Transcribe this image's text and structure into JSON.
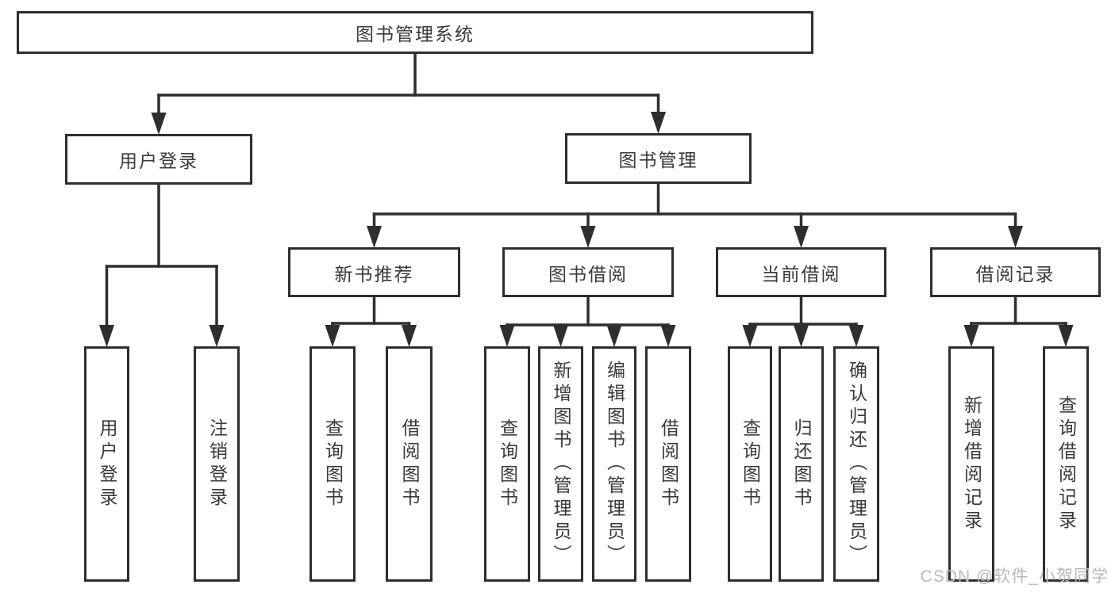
{
  "diagram": {
    "title": "图书管理系统",
    "line_color": "#2e2e2e",
    "border_color": "#2e2e2e",
    "text_color": "#3a3a3a",
    "background_color": "#ffffff",
    "nodes": [
      {
        "id": "root",
        "label": "图书管理系统",
        "parent": null,
        "orientation": "horizontal"
      },
      {
        "id": "login",
        "label": "用户登录",
        "parent": "root",
        "orientation": "horizontal"
      },
      {
        "id": "mgmt",
        "label": "图书管理",
        "parent": "root",
        "orientation": "horizontal"
      },
      {
        "id": "recommend",
        "label": "新书推荐",
        "parent": "mgmt",
        "orientation": "horizontal"
      },
      {
        "id": "borrow",
        "label": "图书借阅",
        "parent": "mgmt",
        "orientation": "horizontal"
      },
      {
        "id": "current",
        "label": "当前借阅",
        "parent": "mgmt",
        "orientation": "horizontal"
      },
      {
        "id": "records",
        "label": "借阅记录",
        "parent": "mgmt",
        "orientation": "horizontal"
      },
      {
        "id": "user-login",
        "label": "用户登录",
        "parent": "login",
        "orientation": "vertical"
      },
      {
        "id": "logout",
        "label": "注销登录",
        "parent": "login",
        "orientation": "vertical"
      },
      {
        "id": "query-book-rec",
        "label": "查询图书",
        "parent": "recommend",
        "orientation": "vertical"
      },
      {
        "id": "borrow-book-rec",
        "label": "借阅图书",
        "parent": "recommend",
        "orientation": "vertical"
      },
      {
        "id": "query-book-borrow",
        "label": "查询图书",
        "parent": "borrow",
        "orientation": "vertical"
      },
      {
        "id": "add-book",
        "label": "新增图书（管理员）",
        "parent": "borrow",
        "orientation": "vertical"
      },
      {
        "id": "edit-book",
        "label": "编辑图书（管理员）",
        "parent": "borrow",
        "orientation": "vertical"
      },
      {
        "id": "borrow-book",
        "label": "借阅图书",
        "parent": "borrow",
        "orientation": "vertical"
      },
      {
        "id": "query-book-current",
        "label": "查询图书",
        "parent": "current",
        "orientation": "vertical"
      },
      {
        "id": "return-book",
        "label": "归还图书",
        "parent": "current",
        "orientation": "vertical"
      },
      {
        "id": "confirm-return",
        "label": "确认归还（管理员）",
        "parent": "current",
        "orientation": "vertical"
      },
      {
        "id": "add-borrow-record",
        "label": "新增借阅记录",
        "parent": "records",
        "orientation": "vertical"
      },
      {
        "id": "query-borrow-record",
        "label": "查询借阅记录",
        "parent": "records",
        "orientation": "vertical"
      }
    ]
  },
  "watermark": {
    "text": "CSDN @软件_小贺同学",
    "color": "#b9b9b9"
  }
}
